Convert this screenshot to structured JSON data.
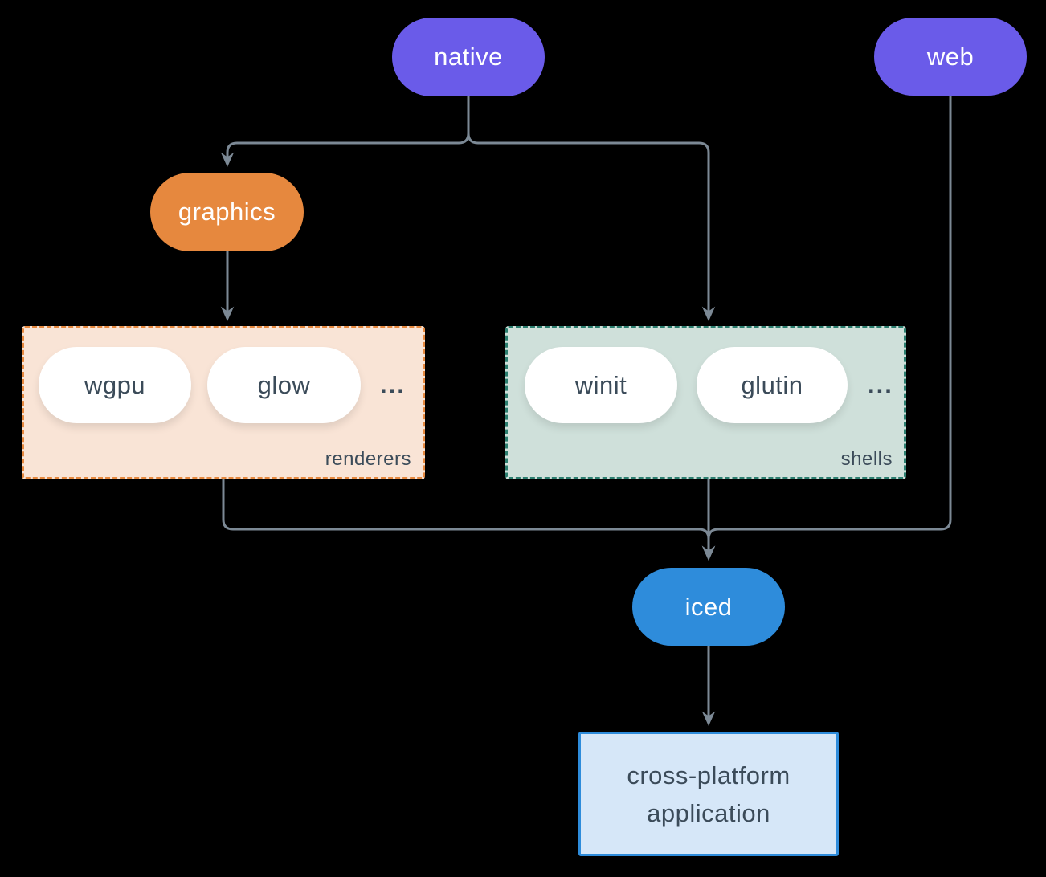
{
  "diagram": {
    "description": "iced ecosystem architecture diagram",
    "colors": {
      "background": "#000000",
      "edge": "#7C8995",
      "node_purple": "#6A5BE9",
      "node_orange": "#E6883E",
      "node_blue": "#2E8CDB",
      "node_white": "#FFFFFF",
      "dark_text": "#3B4B59",
      "renderers_fill": "#F9E4D6",
      "renderers_border": "#E6883E",
      "shells_fill": "#CFE0DA",
      "shells_border": "#2B7E6F",
      "app_fill": "#D6E7F8",
      "app_border": "#2E8CDB"
    },
    "nodes": {
      "native": {
        "label": "native"
      },
      "web": {
        "label": "web"
      },
      "graphics": {
        "label": "graphics"
      },
      "iced": {
        "label": "iced"
      },
      "app": {
        "line1": "cross-platform",
        "line2": "application"
      }
    },
    "groups": {
      "renderers": {
        "label": "renderers",
        "items": [
          "wgpu",
          "glow"
        ],
        "ellipsis": "..."
      },
      "shells": {
        "label": "shells",
        "items": [
          "winit",
          "glutin"
        ],
        "ellipsis": "..."
      }
    },
    "edges": [
      {
        "from": "native",
        "to": "graphics"
      },
      {
        "from": "native",
        "to": "shells"
      },
      {
        "from": "graphics",
        "to": "renderers"
      },
      {
        "from": "renderers",
        "to": "iced"
      },
      {
        "from": "shells",
        "to": "iced"
      },
      {
        "from": "web",
        "to": "iced"
      },
      {
        "from": "iced",
        "to": "cross-platform application"
      }
    ]
  }
}
